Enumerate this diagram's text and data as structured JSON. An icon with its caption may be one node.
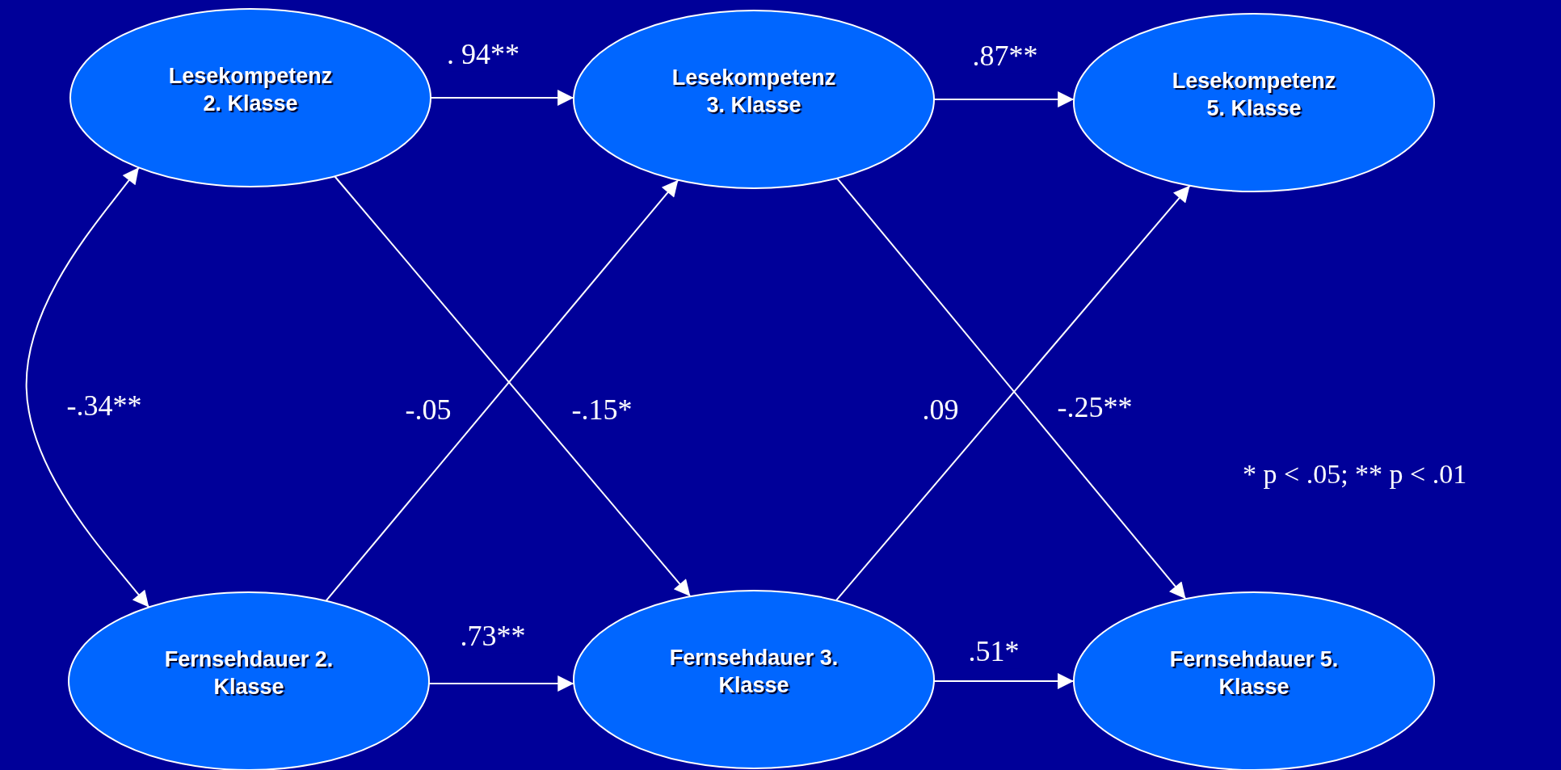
{
  "diagram": {
    "nodes": [
      {
        "text": [
          "Lesekompetenz 2. Klasse"
        ]
      },
      {
        "text": [
          "Lesekompetenz 3. Klasse"
        ]
      },
      {
        "text": [
          "Lesekompetenz 5. Klasse"
        ]
      },
      {
        "text": [
          "Fernsehdauer 2. Klasse"
        ]
      },
      {
        "text": [
          "Fernsehdauer 3. Klasse"
        ]
      },
      {
        "text": [
          "Fernsehdauer 5. Klasse"
        ]
      }
    ],
    "edges": [
      {
        "from": 0,
        "to": 1,
        "arrow": "to",
        "label": ". 94**"
      },
      {
        "from": 1,
        "to": 2,
        "arrow": "to",
        "label": ".87**"
      },
      {
        "from": 0,
        "to": 3,
        "arrow": "both",
        "label": "-.34**"
      },
      {
        "from": 3,
        "to": 1,
        "arrow": "to",
        "label": "-.05"
      },
      {
        "from": 0,
        "to": 4,
        "arrow": "to",
        "label": "-.15*"
      },
      {
        "from": 4,
        "to": 2,
        "arrow": "to",
        "label": ".09"
      },
      {
        "from": 1,
        "to": 5,
        "arrow": "to",
        "label": "-.25**"
      },
      {
        "from": 3,
        "to": 4,
        "arrow": "to",
        "label": ".73**"
      },
      {
        "from": 4,
        "to": 5,
        "arrow": "to",
        "label": ".51*"
      }
    ],
    "labels": [
      "* p < .05; ** p < .01"
    ]
  }
}
